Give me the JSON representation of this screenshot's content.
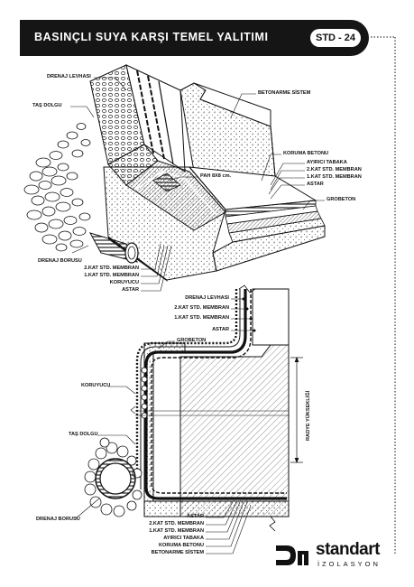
{
  "header": {
    "title": "BASINÇLI SUYA KARŞI TEMEL YALITIMI",
    "code": "STD - 24"
  },
  "iso_labels": {
    "drenaj_levhasi": "DRENAJ LEVHASI",
    "tas_dolgu": "TAŞ DOLGU",
    "betonarme_sistem": "BETONARME SİSTEM",
    "koruma_betonu": "KORUMA BETONU",
    "ayirici_tabaka": "AYIRICI TABAKA",
    "kat2_membran": "2.KAT STD. MEMBRAN",
    "kat1_membran": "1.KAT STD. MEMBRAN",
    "astar": "ASTAR",
    "grobeton": "GROBETON",
    "pah": "PAH 8X8 cm.",
    "drenaj_borusu": "DRENAJ BORUSU",
    "bottom_kat2": "2.KAT STD. MEMBRAN",
    "bottom_kat1": "1.KAT STD. MEMBRAN",
    "bottom_koruyucu": "KORUYUCU",
    "bottom_astar": "ASTAR"
  },
  "section_labels": {
    "drenaj_levhasi": "DRENAJ LEVHASI",
    "kat2_membran": "2.KAT STD. MEMBRAN",
    "kat1_membran": "1.KAT STD. MEMBRAN",
    "astar": "ASTAR",
    "grobeton": "GROBETON",
    "koruyucu": "KORUYUCU",
    "tas_dolgu": "TAŞ DOLGU",
    "drenaj_borusu": "DRENAJ BORUSU",
    "radye_yuksekligi": "RADYE YÜKSEKLİĞİ",
    "b_astar": "ASTAR",
    "b_kat2": "2.KAT STD. MEMBRAN",
    "b_kat1": "1.KAT STD. MEMBRAN",
    "b_ayirici": "AYIRICI TABAKA",
    "b_koruma": "KORUMA BETONU",
    "b_betonarme": "BETONARME SİSTEM"
  },
  "brand": {
    "name": "standart",
    "subtitle": "İZOLASYON"
  }
}
